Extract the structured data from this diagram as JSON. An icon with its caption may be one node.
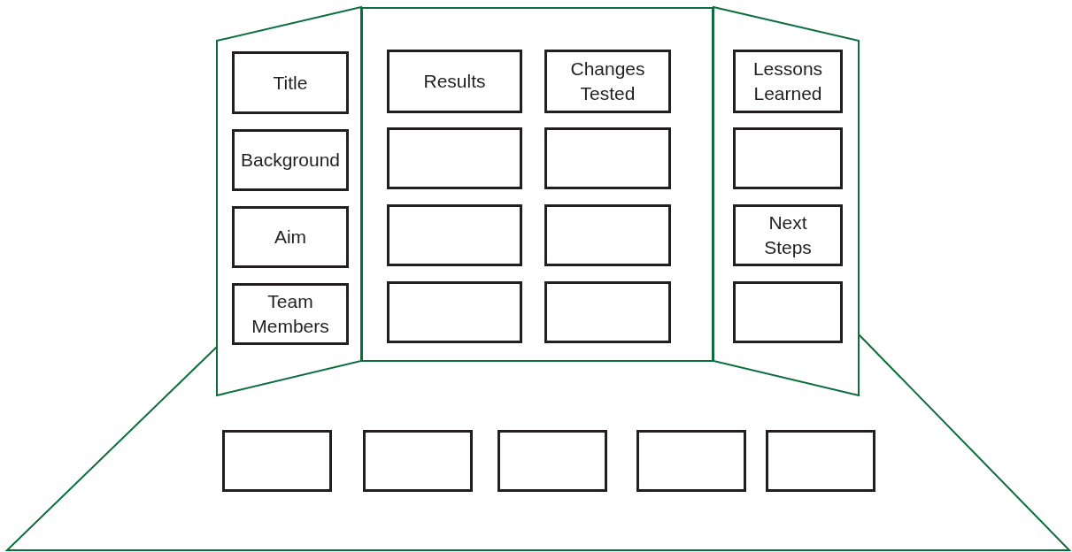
{
  "diagram": {
    "nodes": [
      {
        "text": [],
        "shape": "trapezoid"
      },
      {
        "text": [
          "Title"
        ],
        "in": 0
      },
      {
        "text": [
          "Background"
        ],
        "in": 0
      },
      {
        "text": [
          "Aim"
        ],
        "in": 0
      },
      {
        "text": [
          "Team Members"
        ],
        "in": 0
      },
      {
        "text": [],
        "shape": "box"
      },
      {
        "text": [
          "Results"
        ],
        "in": 5
      },
      {
        "text": [
          "Changes Tested"
        ],
        "in": 5
      },
      {
        "text": [],
        "shape": "box",
        "in": 5
      },
      {
        "text": [],
        "shape": "box",
        "in": 5
      },
      {
        "text": [],
        "shape": "box",
        "in": 5
      },
      {
        "text": [],
        "shape": "box",
        "in": 5
      },
      {
        "text": [],
        "shape": "box",
        "in": 5
      },
      {
        "text": [],
        "shape": "box",
        "in": 5
      },
      {
        "text": [],
        "shape": "trapezoid"
      },
      {
        "text": [
          "Lessons Learned"
        ],
        "in": 14
      },
      {
        "text": [],
        "shape": "box",
        "in": 14
      },
      {
        "text": [
          "Next Steps"
        ],
        "in": 14
      },
      {
        "text": [],
        "shape": "box",
        "in": 14
      },
      {
        "text": [],
        "shape": "trapezoid"
      },
      {
        "text": [],
        "shape": "box",
        "in": 19
      },
      {
        "text": [],
        "shape": "box",
        "in": 19
      },
      {
        "text": [],
        "shape": "box",
        "in": 19
      },
      {
        "text": [],
        "shape": "box",
        "in": 19
      },
      {
        "text": [],
        "shape": "box",
        "in": 19
      }
    ]
  }
}
